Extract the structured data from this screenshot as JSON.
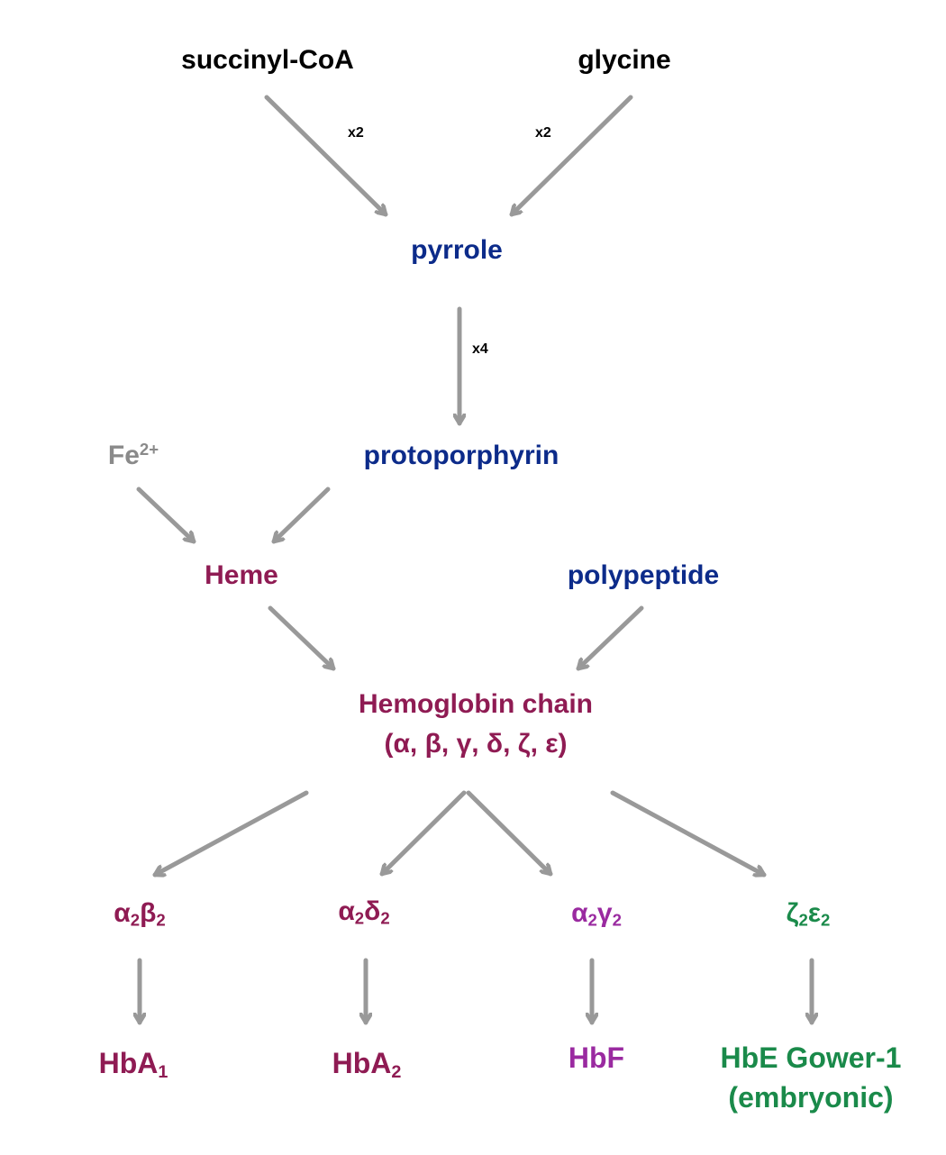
{
  "colors": {
    "black": "#000000",
    "blue": "#0c2b8a",
    "maroon": "#8f1b53",
    "purple": "#9a2aa0",
    "green": "#1a8a4a",
    "gray": "#8a8a8a",
    "arrow": "#999999"
  },
  "nodes": {
    "succinyl": "succinyl-CoA",
    "glycine": "glycine",
    "pyrrole": "pyrrole",
    "protoporphyrin": "protoporphyrin",
    "iron_symbol": "Fe",
    "iron_charge": "2+",
    "heme": "Heme",
    "polypeptide": "polypeptide",
    "hemoglobin_line1": "Hemoglobin chain",
    "hemoglobin_line2": "(α, β, γ, δ, ζ, ε)"
  },
  "multipliers": {
    "succinyl": "x2",
    "glycine": "x2",
    "pyrrole": "x4"
  },
  "tetramers": {
    "a2b2": {
      "s1": "α",
      "n1": "2",
      "s2": "β",
      "n2": "2"
    },
    "a2d2": {
      "s1": "α",
      "n1": "2",
      "s2": "δ",
      "n2": "2"
    },
    "a2g2": {
      "s1": "α",
      "n1": "2",
      "s2": "γ",
      "n2": "2"
    },
    "z2e2": {
      "s1": "ζ",
      "n1": "2",
      "s2": "ε",
      "n2": "2"
    }
  },
  "products": {
    "hba1_base": "HbA",
    "hba1_sub": "1",
    "hba2_base": "HbA",
    "hba2_sub": "2",
    "hbf": "HbF",
    "hbe_line1": "HbE Gower-1",
    "hbe_line2": "(embryonic)"
  }
}
